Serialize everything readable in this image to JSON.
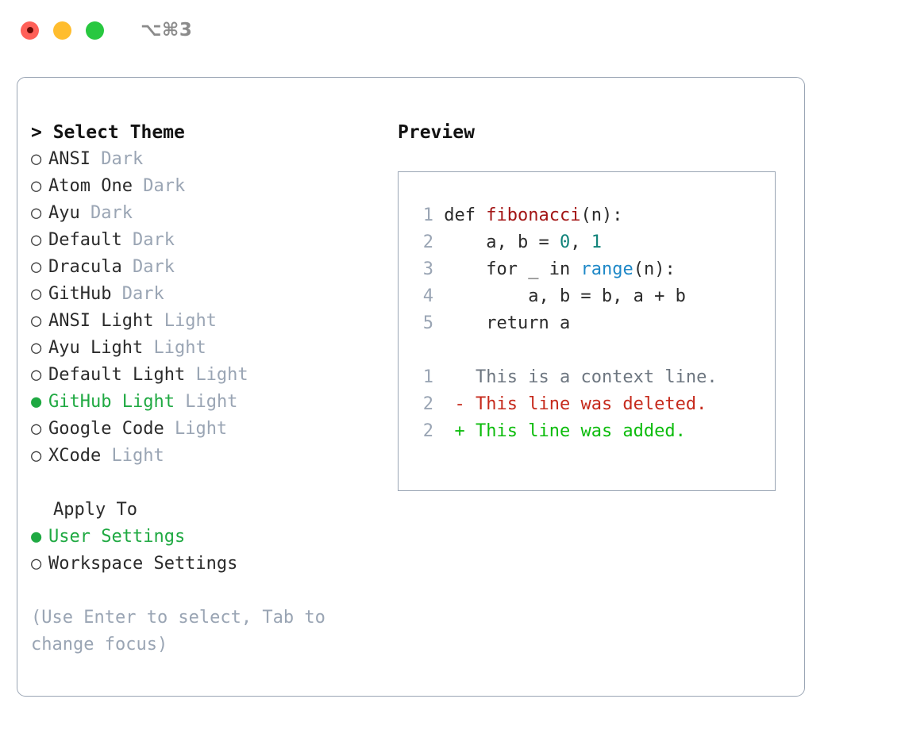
{
  "titlebar": {
    "traffic_lights": [
      "close-light",
      "minimize-light",
      "maximize-light"
    ],
    "shortcut": "⌥⌘3"
  },
  "theme_panel": {
    "caret": ">",
    "title": "Select Theme",
    "title_line": "> Select Theme",
    "selected_bullet": "●",
    "unselected_bullet": "○",
    "items": [
      {
        "name": "ANSI",
        "tag": "Dark",
        "selected": false
      },
      {
        "name": "Atom One",
        "tag": "Dark",
        "selected": false
      },
      {
        "name": "Ayu",
        "tag": "Dark",
        "selected": false
      },
      {
        "name": "Default",
        "tag": "Dark",
        "selected": false
      },
      {
        "name": "Dracula",
        "tag": "Dark",
        "selected": false
      },
      {
        "name": "GitHub",
        "tag": "Dark",
        "selected": false
      },
      {
        "name": "ANSI Light",
        "tag": "Light",
        "selected": false
      },
      {
        "name": "Ayu Light",
        "tag": "Light",
        "selected": false
      },
      {
        "name": "Default Light",
        "tag": "Light",
        "selected": false
      },
      {
        "name": "GitHub Light",
        "tag": "Light",
        "selected": true
      },
      {
        "name": "Google Code",
        "tag": "Light",
        "selected": false
      },
      {
        "name": "XCode",
        "tag": "Light",
        "selected": false
      }
    ]
  },
  "apply_to": {
    "heading": "Apply To",
    "options": [
      {
        "name": "User Settings",
        "selected": true
      },
      {
        "name": "Workspace Settings",
        "selected": false
      }
    ]
  },
  "hint": {
    "line1": "(Use Enter to select, Tab to",
    "line2": "change focus)"
  },
  "preview": {
    "title": "Preview",
    "code": {
      "lines": [
        {
          "num": "1",
          "text": "def fibonacci(n):"
        },
        {
          "num": "2",
          "text": "    a, b = 0, 1"
        },
        {
          "num": "3",
          "text": "    for _ in range(n):"
        },
        {
          "num": "4",
          "text": "        a, b = b, a + b"
        },
        {
          "num": "5",
          "text": "    return a"
        }
      ]
    },
    "diff": {
      "lines": [
        {
          "num": "1",
          "marker": " ",
          "text": "This is a context line.",
          "type": "context"
        },
        {
          "num": "2",
          "marker": "-",
          "text": "This line was deleted.",
          "type": "deleted"
        },
        {
          "num": "2",
          "marker": "+",
          "text": "This line was added.",
          "type": "added"
        }
      ]
    }
  },
  "colors": {
    "accent_green": "#1fa942",
    "muted": "#9aa5b4",
    "text": "#2b2b2b",
    "border": "#9aa5b4",
    "syntax_function": "#a31515",
    "syntax_number": "#11837a",
    "syntax_builtin": "#1e88c7",
    "diff_deleted": "#c62a1c",
    "diff_added": "#0cbc0c",
    "diff_context": "#6d7680",
    "light_close": "#ff6058",
    "light_min": "#ffbd2e",
    "light_max": "#28c840"
  }
}
